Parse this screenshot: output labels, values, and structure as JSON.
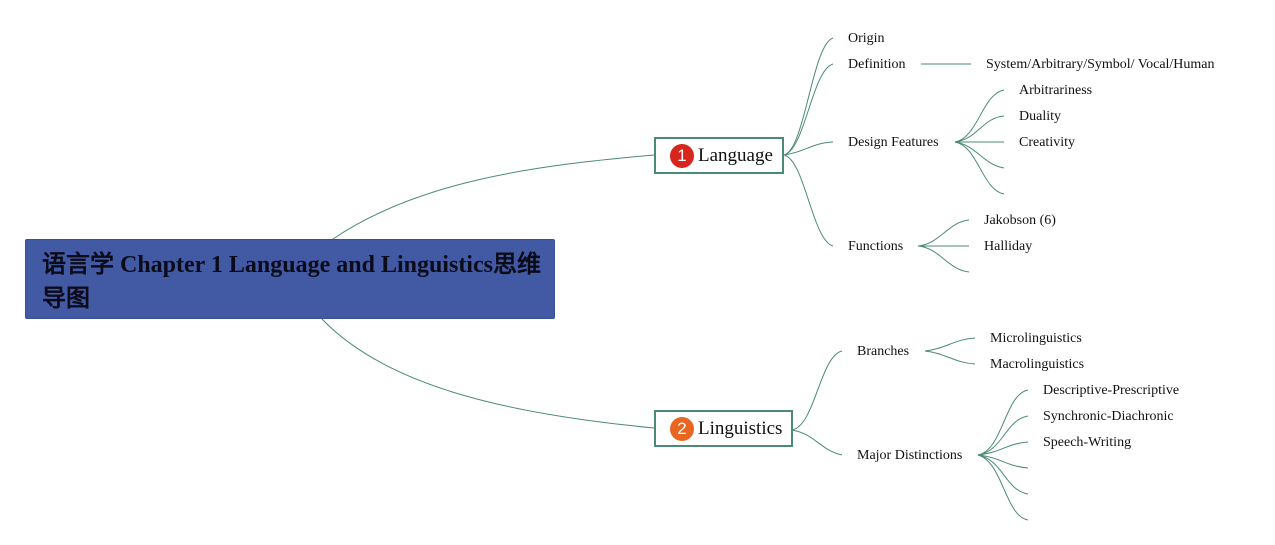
{
  "root": {
    "title": "语言学 Chapter 1 Language and Linguistics思维导图"
  },
  "branches": [
    {
      "number": "1",
      "label": "Language",
      "badge_color": "#d7261e"
    },
    {
      "number": "2",
      "label": "Linguistics",
      "badge_color": "#e8661f"
    }
  ],
  "language": {
    "origin": "Origin",
    "definition": "Definition",
    "definition_detail": "System/Arbitrary/Symbol/ Vocal/Human",
    "design_features": "Design Features",
    "design_items": [
      "Arbitrariness",
      "Duality",
      "Creativity"
    ],
    "functions": "Functions",
    "function_items": [
      "Jakobson (6)",
      "Halliday"
    ]
  },
  "linguistics": {
    "branches": "Branches",
    "branch_items": [
      "Microlinguistics",
      "Macrolinguistics"
    ],
    "major_distinctions": "Major Distinctions",
    "distinction_items": [
      "Descriptive-Prescriptive",
      "Synchronic-Diachronic",
      "Speech-Writing"
    ]
  },
  "colors": {
    "line": "#4b8a77",
    "root_bg": "#4259a4"
  }
}
